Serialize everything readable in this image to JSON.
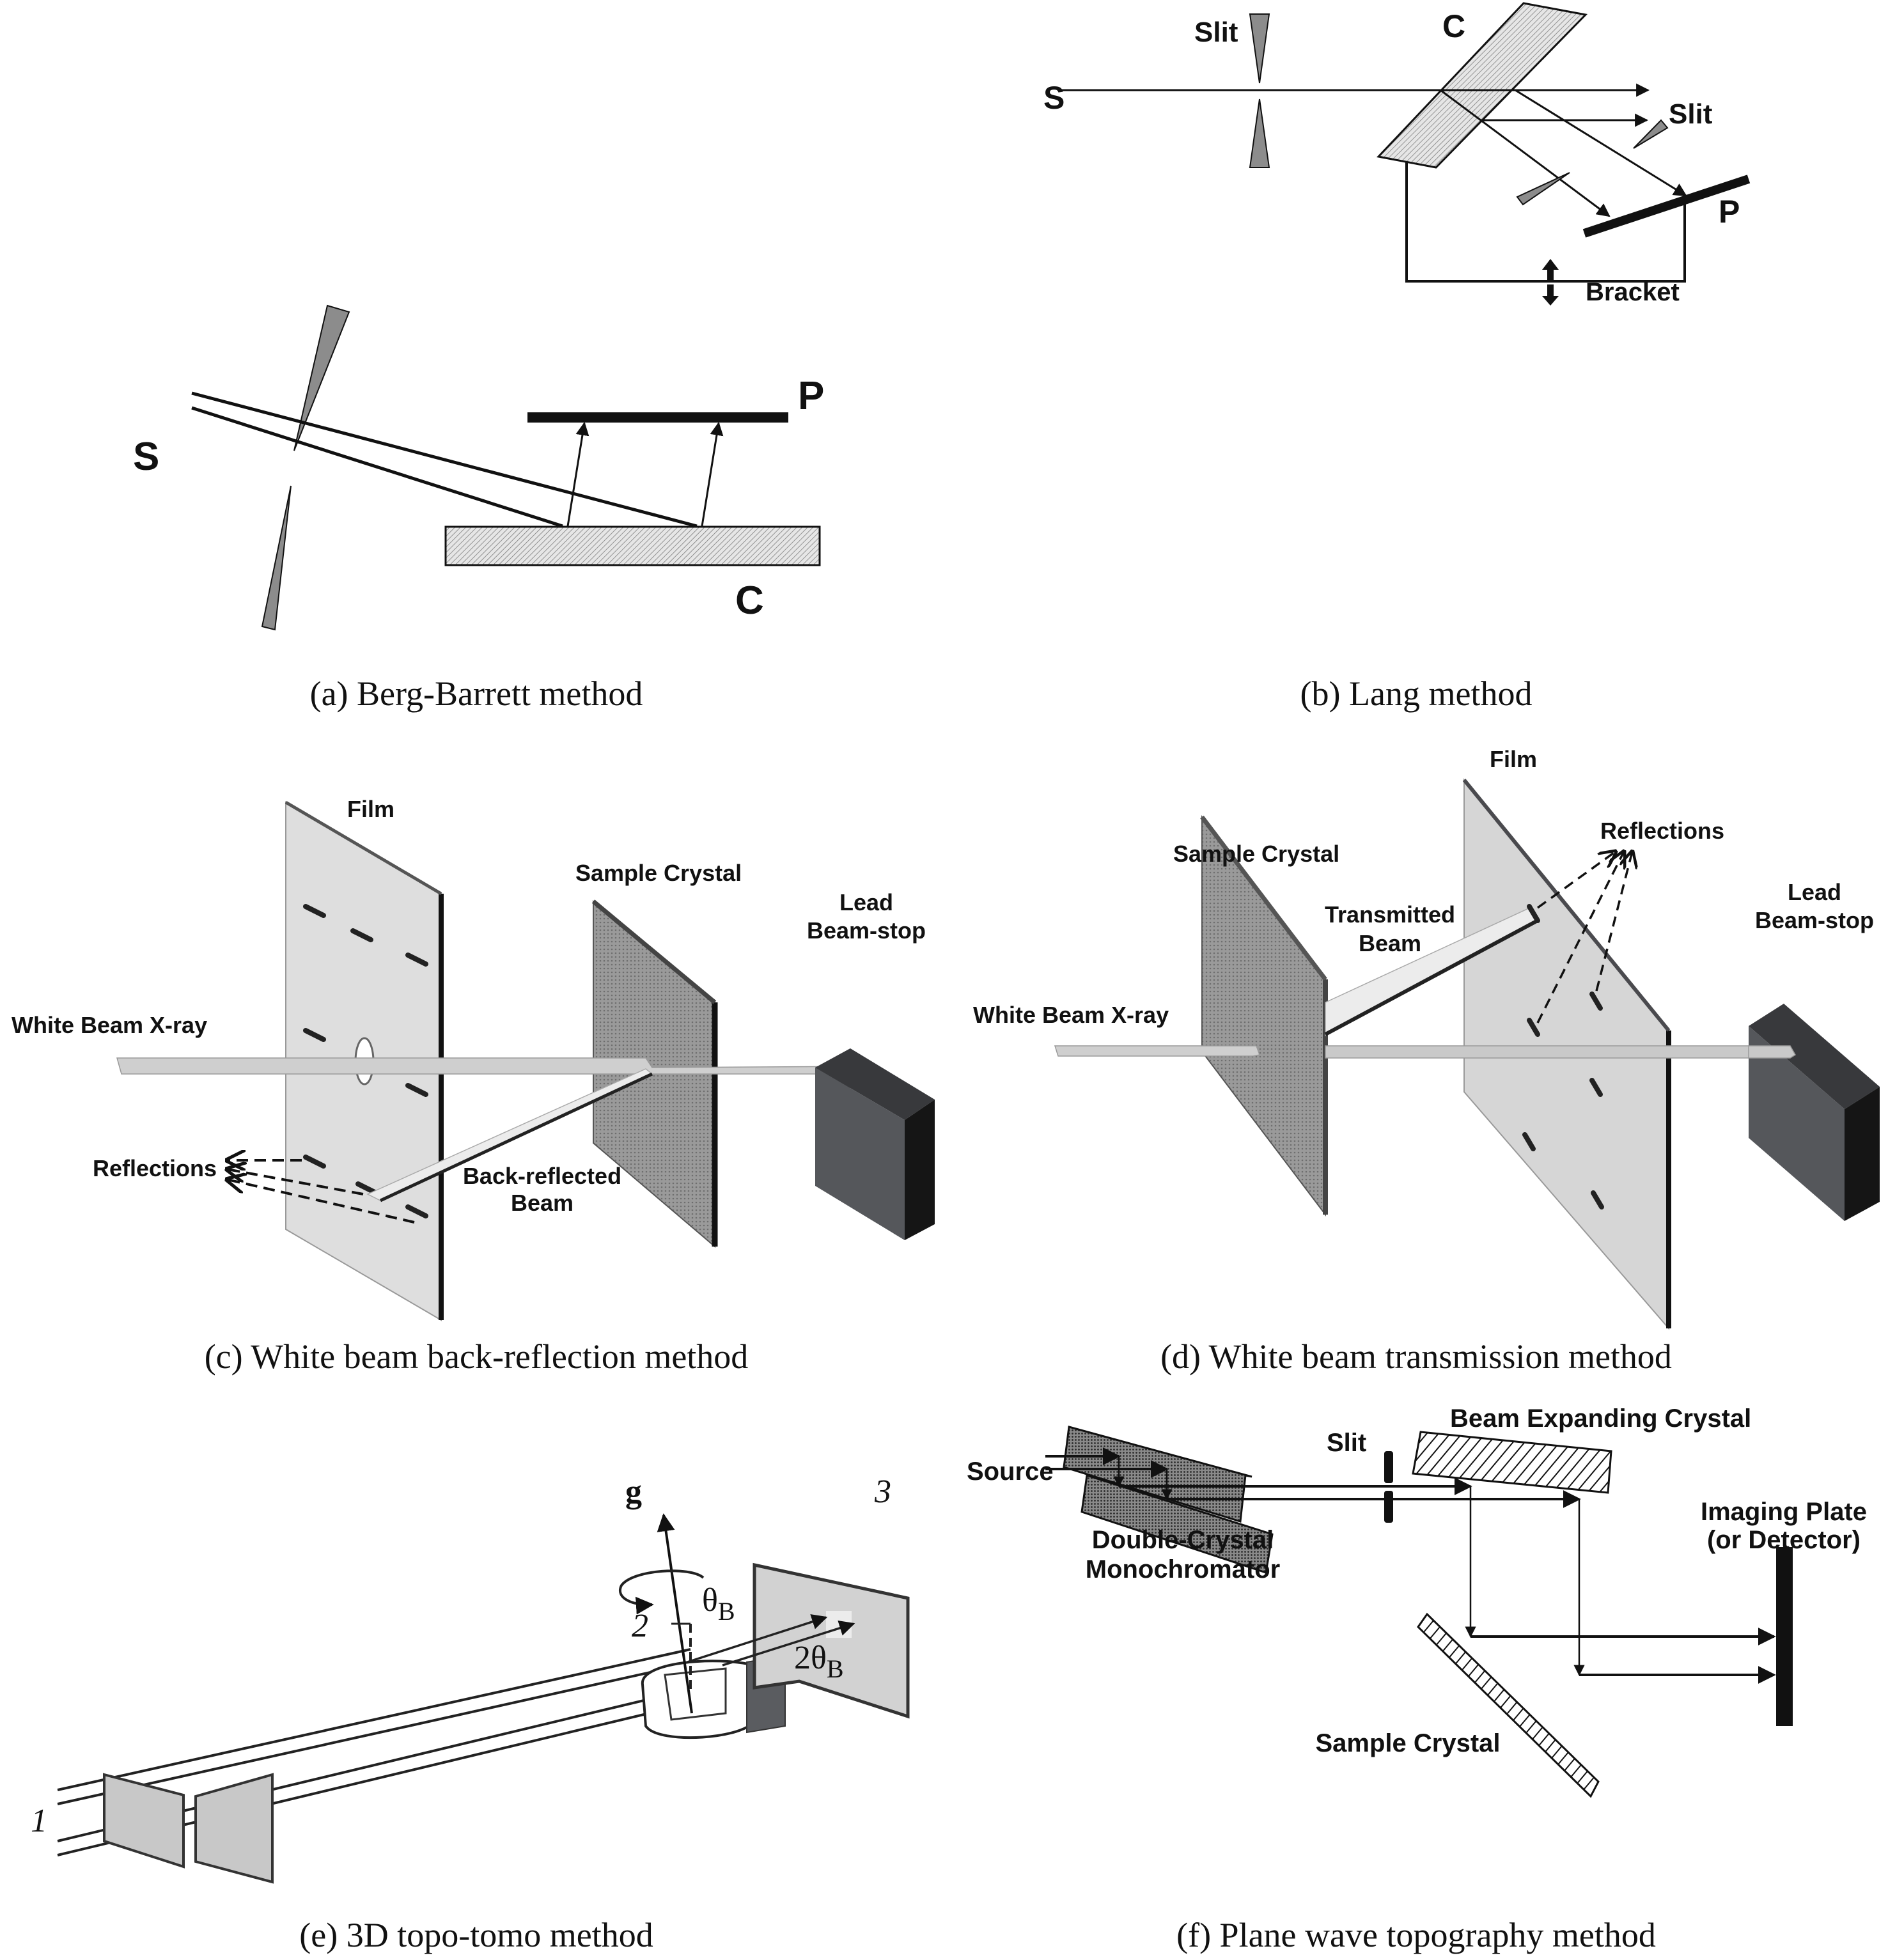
{
  "panels": {
    "a": {
      "caption": "(a) Berg-Barrett method",
      "labels": {
        "source": "S",
        "plate": "P",
        "crystal": "C"
      }
    },
    "b": {
      "caption": "(b) Lang method",
      "labels": {
        "slit_top": "Slit",
        "crystal": "C",
        "source": "S",
        "slit_right": "Slit",
        "plate": "P",
        "bracket": "Bracket"
      }
    },
    "c": {
      "caption": "(c) White beam back-reflection method",
      "labels": {
        "film": "Film",
        "sample": "Sample Crystal",
        "lead_line1": "Lead",
        "lead_line2": "Beam-stop",
        "beam": "White Beam X-ray",
        "reflections": "Reflections",
        "back_line1": "Back-reflected",
        "back_line2": "Beam"
      }
    },
    "d": {
      "caption": "(d) White beam transmission method",
      "labels": {
        "film": "Film",
        "reflections": "Reflections",
        "sample": "Sample Crystal",
        "trans_line1": "Transmitted",
        "trans_line2": "Beam",
        "lead_line1": "Lead",
        "lead_line2": "Beam-stop",
        "beam": "White Beam X-ray"
      }
    },
    "e": {
      "caption": "(e) 3D topo-tomo method",
      "labels": {
        "g": "g",
        "theta": "θ",
        "theta_sub": "B",
        "two_theta": "2θ",
        "two_theta_sub": "B",
        "n1": "1",
        "n2": "2",
        "n3": "3"
      }
    },
    "f": {
      "caption": "(f) Plane wave topography method",
      "labels": {
        "bec": "Beam Expanding Crystal",
        "slit": "Slit",
        "source": "Source",
        "dcm_line1": "Double-Crystal",
        "dcm_line2": "Monochromator",
        "ip_line1": "Imaging Plate",
        "ip_line2": "(or Detector)",
        "sample": "Sample Crystal"
      }
    }
  },
  "colors": {
    "ink": "#111111",
    "wedge": "#8c8c8c",
    "film": "#dcdcdc",
    "crystal": "#a0a0a0",
    "stop_front": "#54565a",
    "stop_side": "#1a1a1a"
  }
}
